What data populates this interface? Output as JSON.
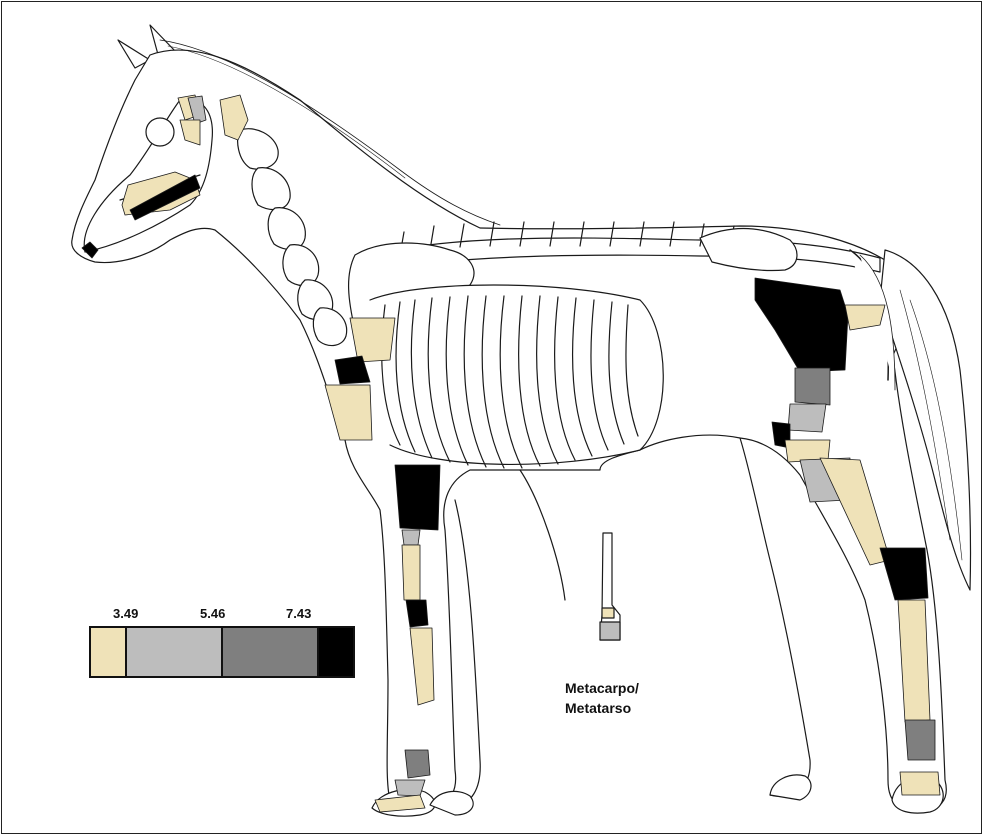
{
  "legend": {
    "ticks": [
      "3.49",
      "5.46",
      "7.43"
    ],
    "colors": [
      "#efe2b8",
      "#bdbdbd",
      "#7f7f7f",
      "#000000"
    ]
  },
  "inset_label": {
    "line1": "Metacarpo/",
    "line2": "Metatarso"
  },
  "colors": {
    "outline": "#1a1a1a",
    "level1": "#efe2b8",
    "level2": "#bdbdbd",
    "level3": "#7f7f7f",
    "level4": "#000000"
  }
}
